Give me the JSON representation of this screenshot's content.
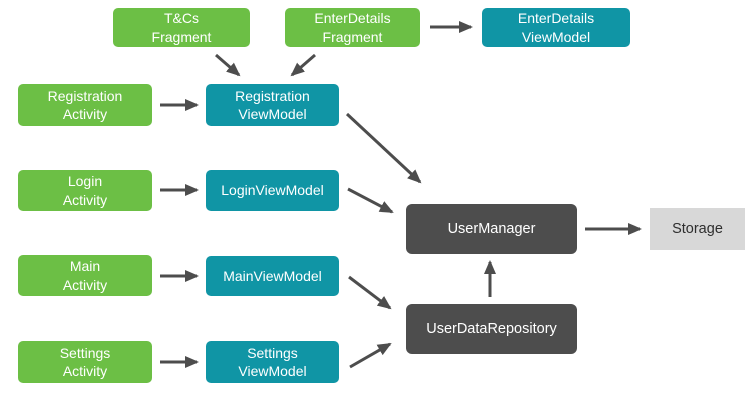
{
  "diagram": {
    "description": "App architecture diagram: Activities and Fragments connect to ViewModels, which depend on UserManager and UserDataRepository; UserManager writes to Storage",
    "colors": {
      "activity_fragment_green": "#6cbf45",
      "viewmodel_teal": "#1095a5",
      "manager_dark_gray": "#4d4d4d",
      "storage_light_gray": "#d8d8d8",
      "arrow_gray": "#4d4d4d",
      "box_text_light": "#ffffff",
      "storage_text_dark": "#2f2f2f"
    },
    "nodes": {
      "tcs_fragment": {
        "label": "T&Cs\nFragment",
        "type": "fragment"
      },
      "enterdetails_fragment": {
        "label": "EnterDetails\nFragment",
        "type": "fragment"
      },
      "enterdetails_viewmodel": {
        "label": "EnterDetails\nViewModel",
        "type": "viewmodel"
      },
      "registration_activity": {
        "label": "Registration\nActivity",
        "type": "activity"
      },
      "registration_viewmodel": {
        "label": "Registration\nViewModel",
        "type": "viewmodel"
      },
      "login_activity": {
        "label": "Login\nActivity",
        "type": "activity"
      },
      "login_viewmodel": {
        "label": "LoginViewModel",
        "type": "viewmodel"
      },
      "main_activity": {
        "label": "Main\nActivity",
        "type": "activity"
      },
      "main_viewmodel": {
        "label": "MainViewModel",
        "type": "viewmodel"
      },
      "settings_activity": {
        "label": "Settings\nActivity",
        "type": "activity"
      },
      "settings_viewmodel": {
        "label": "Settings\nViewModel",
        "type": "viewmodel"
      },
      "usermanager": {
        "label": "UserManager",
        "type": "manager"
      },
      "userdatarepository": {
        "label": "UserDataRepository",
        "type": "repository"
      },
      "storage": {
        "label": "Storage",
        "type": "storage"
      }
    },
    "edges": [
      {
        "from": "tcs_fragment",
        "to": "registration_viewmodel"
      },
      {
        "from": "enterdetails_fragment",
        "to": "registration_viewmodel"
      },
      {
        "from": "enterdetails_fragment",
        "to": "enterdetails_viewmodel"
      },
      {
        "from": "registration_activity",
        "to": "registration_viewmodel"
      },
      {
        "from": "login_activity",
        "to": "login_viewmodel"
      },
      {
        "from": "main_activity",
        "to": "main_viewmodel"
      },
      {
        "from": "settings_activity",
        "to": "settings_viewmodel"
      },
      {
        "from": "registration_viewmodel",
        "to": "usermanager"
      },
      {
        "from": "login_viewmodel",
        "to": "usermanager"
      },
      {
        "from": "main_viewmodel",
        "to": "userdatarepository"
      },
      {
        "from": "settings_viewmodel",
        "to": "userdatarepository"
      },
      {
        "from": "userdatarepository",
        "to": "usermanager"
      },
      {
        "from": "usermanager",
        "to": "storage"
      }
    ]
  }
}
